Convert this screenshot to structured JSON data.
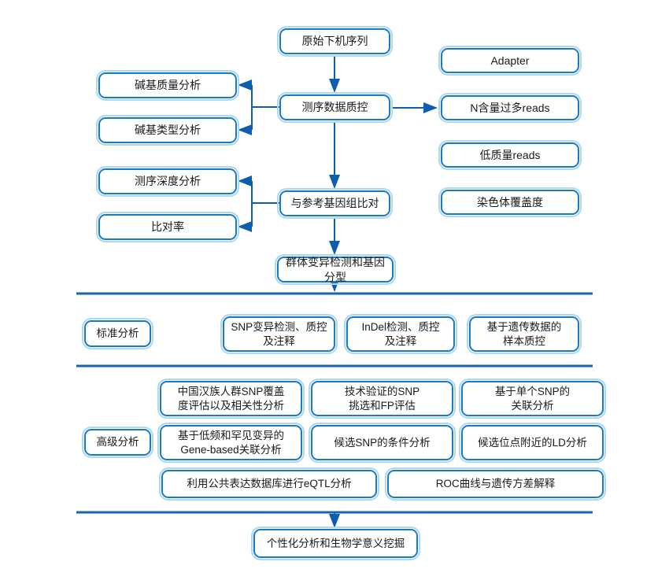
{
  "diagram": {
    "nodes": {
      "raw": {
        "label": "原始下机序列"
      },
      "qc": {
        "label": "测序数据质控"
      },
      "align": {
        "label": "与参考基因组比对"
      },
      "variant": {
        "label": "群体变异检测和基因分型"
      },
      "base_quality": {
        "label": "碱基质量分析"
      },
      "base_type": {
        "label": "碱基类型分析"
      },
      "depth": {
        "label": "测序深度分析"
      },
      "map_rate": {
        "label": "比对率"
      },
      "adapter": {
        "label": "Adapter"
      },
      "n_reads": {
        "label": "N含量过多reads"
      },
      "low_quality": {
        "label": "低质量reads"
      },
      "chrom_coverage": {
        "label": "染色体覆盖度"
      },
      "snp": {
        "label": "SNP变异检测、质控\n及注释"
      },
      "indel": {
        "label": "InDel检测、质控\n及注释"
      },
      "sample_qc": {
        "label": "基于遗传数据的\n样本质控"
      },
      "han_coverage": {
        "label": "中国汉族人群SNP覆盖\n度评估以及相关性分析"
      },
      "validated_snp": {
        "label": "技术验证的SNP\n挑选和FP评估"
      },
      "single_snp": {
        "label": "基于单个SNP的\n关联分析"
      },
      "gene_based": {
        "label": "基于低频和罕见变异的\nGene-based关联分析"
      },
      "conditional": {
        "label": "候选SNP的条件分析"
      },
      "ld": {
        "label": "候选位点附近的LD分析"
      },
      "eqtl": {
        "label": "利用公共表达数据库进行eQTL分析"
      },
      "roc": {
        "label": "ROC曲线与遗传方差解释"
      },
      "final": {
        "label": "个性化分析和生物学意义挖掘"
      }
    },
    "sections": {
      "standard": {
        "label": "标准分析"
      },
      "advanced": {
        "label": "高级分析"
      }
    },
    "colors": {
      "box_border": "#1b7ac5",
      "box_halo": "#aed8f0",
      "connector": "#0d5fae",
      "divider": "#1565b3",
      "text": "#1a1a1a"
    }
  }
}
